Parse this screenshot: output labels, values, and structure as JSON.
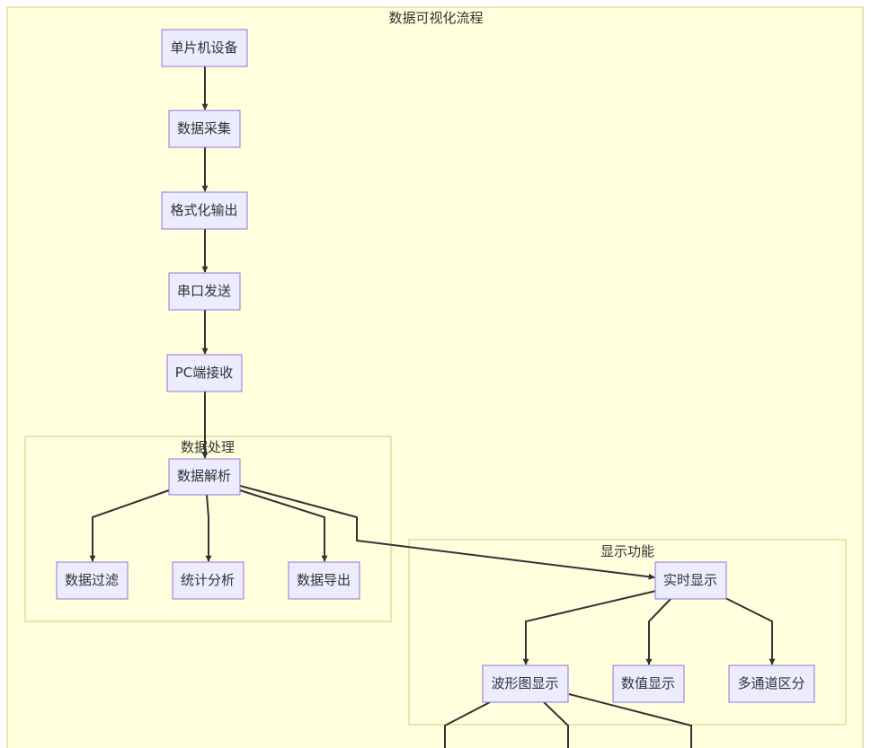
{
  "clusters": {
    "outer": "数据可视化流程",
    "processing": "数据处理",
    "display": "显示功能"
  },
  "nodes": {
    "mcu": "单片机设备",
    "collect": "数据采集",
    "format": "格式化输出",
    "serial": "串口发送",
    "pc": "PC端接收",
    "parse": "数据解析",
    "filter": "数据过滤",
    "stats": "统计分析",
    "export": "数据导出",
    "realtime": "实时显示",
    "waveform": "波形图显示",
    "numeric": "数值显示",
    "multichannel": "多通道区分"
  },
  "colors": {
    "cluster_fill": "#ffffde",
    "cluster_stroke": "#cfcf7a",
    "node_fill": "#ececff",
    "node_stroke": "#9370db",
    "edge": "#333333",
    "text": "#333333"
  }
}
